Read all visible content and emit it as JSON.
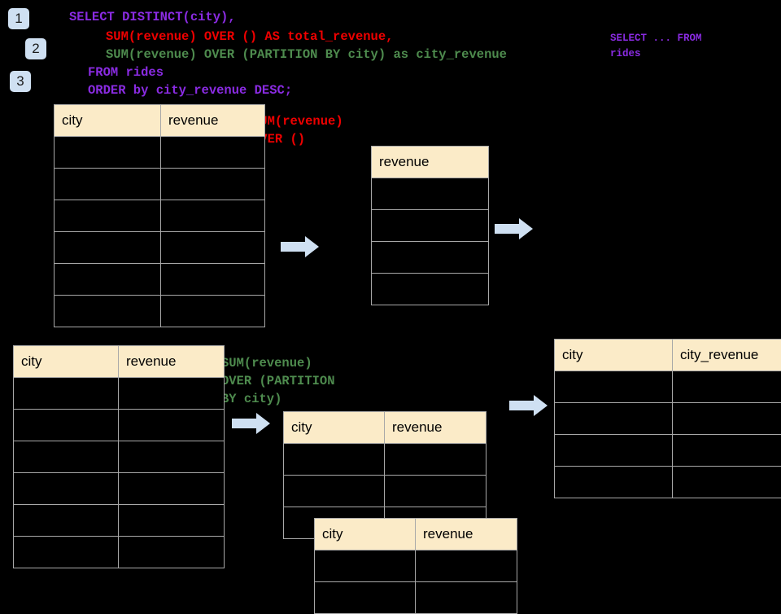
{
  "background_color": "#000000",
  "palette": {
    "badge_bg": "#cfe0f2",
    "badge_text": "#1b1b1b",
    "header_bg": "#fbebc8",
    "grid_line": "#a8a8a8",
    "purple": "#8a2be2",
    "red": "#ee0000",
    "green": "#4e8b4e",
    "arrow_fill": "#cfe0f2"
  },
  "badges": [
    {
      "label": "1"
    },
    {
      "label": "2"
    },
    {
      "label": "3"
    }
  ],
  "query": {
    "line1": "SELECT DISTINCT(city),",
    "line2": "SUM(revenue) OVER () AS total_revenue,",
    "line3": "SUM(revenue) OVER (PARTITION BY city) as city_revenue",
    "line4": "FROM rides",
    "line5": "ORDER by city_revenue DESC;"
  },
  "side_note": {
    "line1": "SELECT ... FROM",
    "line2": "rides"
  },
  "annotations": {
    "total_revenue": {
      "line1": "SUM(revenue)",
      "line2": "OVER ()"
    },
    "city_revenue": {
      "line1": "SUM(revenue)",
      "line2": "OVER (PARTITION",
      "line3": "BY city)"
    }
  },
  "tables": {
    "source_top": {
      "name": "rides-source-table",
      "columns": [
        "city",
        "revenue"
      ],
      "row_count": 6
    },
    "total_revenue": {
      "name": "total-revenue-table",
      "columns": [
        "revenue"
      ],
      "row_count": 4
    },
    "source_bottom": {
      "name": "rides-source-table-partitioned",
      "columns": [
        "city",
        "revenue"
      ],
      "row_count": 6
    },
    "partition_back": {
      "name": "partition-group-table-back",
      "columns": [
        "city",
        "revenue"
      ],
      "row_count": 3
    },
    "partition_front": {
      "name": "partition-group-table-front",
      "columns": [
        "city",
        "revenue"
      ],
      "row_count": 2
    },
    "result": {
      "name": "final-result-table",
      "columns": [
        "city",
        "city_revenue"
      ],
      "row_count": 4
    }
  },
  "arrows": [
    {
      "name": "arrow-source-to-total"
    },
    {
      "name": "arrow-total-to-result"
    },
    {
      "name": "arrow-source-to-partition"
    },
    {
      "name": "arrow-partition-to-result"
    }
  ]
}
